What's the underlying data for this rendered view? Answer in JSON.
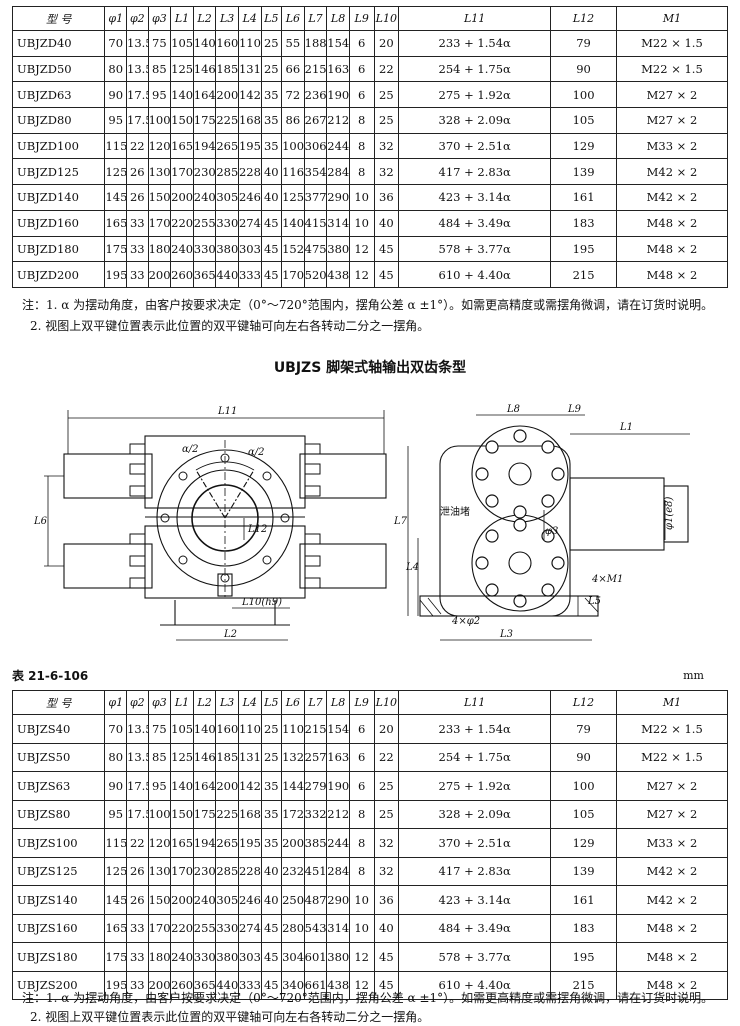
{
  "columns": [
    "型 号",
    "φ1",
    "φ2",
    "φ3",
    "L1",
    "L2",
    "L3",
    "L4",
    "L5",
    "L6",
    "L7",
    "L8",
    "L9",
    "L10",
    "L11",
    "L12",
    "M1"
  ],
  "table_top": {
    "rows": [
      [
        "UBJZD40",
        "70",
        "13.5",
        "75",
        "105",
        "140",
        "160",
        "110",
        "25",
        "55",
        "188",
        "154",
        "6",
        "20",
        "233 + 1.54α",
        "79",
        "M22 × 1.5"
      ],
      [
        "UBJZD50",
        "80",
        "13.5",
        "85",
        "125",
        "146",
        "185",
        "131",
        "25",
        "66",
        "215",
        "163",
        "6",
        "22",
        "254 + 1.75α",
        "90",
        "M22 × 1.5"
      ],
      [
        "UBJZD63",
        "90",
        "17.5",
        "95",
        "140",
        "164",
        "200",
        "142",
        "35",
        "72",
        "236",
        "190",
        "6",
        "25",
        "275 + 1.92α",
        "100",
        "M27 × 2"
      ],
      [
        "UBJZD80",
        "95",
        "17.5",
        "100",
        "150",
        "175",
        "225",
        "168",
        "35",
        "86",
        "267",
        "212",
        "8",
        "25",
        "328 + 2.09α",
        "105",
        "M27 × 2"
      ],
      [
        "UBJZD100",
        "115",
        "22",
        "120",
        "165",
        "194",
        "265",
        "195",
        "35",
        "100",
        "306",
        "244",
        "8",
        "32",
        "370 + 2.51α",
        "129",
        "M33 × 2"
      ],
      [
        "UBJZD125",
        "125",
        "26",
        "130",
        "170",
        "230",
        "285",
        "228",
        "40",
        "116",
        "354",
        "284",
        "8",
        "32",
        "417 + 2.83α",
        "139",
        "M42 × 2"
      ],
      [
        "UBJZD140",
        "145",
        "26",
        "150",
        "200",
        "240",
        "305",
        "246",
        "40",
        "125",
        "377",
        "290",
        "10",
        "36",
        "423 + 3.14α",
        "161",
        "M42 × 2"
      ],
      [
        "UBJZD160",
        "165",
        "33",
        "170",
        "220",
        "255",
        "330",
        "274",
        "45",
        "140",
        "415",
        "314",
        "10",
        "40",
        "484 + 3.49α",
        "183",
        "M48 × 2"
      ],
      [
        "UBJZD180",
        "175",
        "33",
        "180",
        "240",
        "330",
        "380",
        "303",
        "45",
        "152",
        "475",
        "380",
        "12",
        "45",
        "578 + 3.77α",
        "195",
        "M48 × 2"
      ],
      [
        "UBJZD200",
        "195",
        "33",
        "200",
        "260",
        "365",
        "440",
        "333",
        "45",
        "170",
        "520",
        "438",
        "12",
        "45",
        "610 + 4.40α",
        "215",
        "M48 × 2"
      ]
    ]
  },
  "notes_top": [
    "注：1. α 为摆动角度，由客户按要求决定（0°～720°范围内，摆角公差 α ±1°）。如需更高精度或需摆角微调，请在订货时说明。",
    "2. 视图上双平键位置表示此位置的双平键轴可向左右各转动二分之一摆角。"
  ],
  "section_title": "UBJZS 脚架式轴输出双齿条型",
  "drawing_labels": {
    "L11": "L11",
    "L6": "L6",
    "alpha_half_1": "α/2",
    "alpha_half_2": "α/2",
    "L12": "L12",
    "L10h9": "L10(h9)",
    "L2": "L2",
    "L8": "L8",
    "L9": "L9",
    "L1": "L1",
    "L7": "L7",
    "L4": "L4",
    "L5": "L5",
    "L3": "L3",
    "drain": "泄油堵",
    "phi3": "φ3",
    "phi1e8": "φ1(e8)",
    "M1x4": "4×M1",
    "phi2x4": "4×φ2"
  },
  "table_no": "表 21-6-106",
  "unit": "mm",
  "table_bottom": {
    "rows": [
      [
        "UBJZS40",
        "70",
        "13.5",
        "75",
        "105",
        "140",
        "160",
        "110",
        "25",
        "110",
        "215",
        "154",
        "6",
        "20",
        "233 + 1.54α",
        "79",
        "M22 × 1.5"
      ],
      [
        "UBJZS50",
        "80",
        "13.5",
        "85",
        "125",
        "146",
        "185",
        "131",
        "25",
        "132",
        "257",
        "163",
        "6",
        "22",
        "254 + 1.75α",
        "90",
        "M22 × 1.5"
      ],
      [
        "UBJZS63",
        "90",
        "17.5",
        "95",
        "140",
        "164",
        "200",
        "142",
        "35",
        "144",
        "279",
        "190",
        "6",
        "25",
        "275 + 1.92α",
        "100",
        "M27 × 2"
      ],
      [
        "UBJZS80",
        "95",
        "17.5",
        "100",
        "150",
        "175",
        "225",
        "168",
        "35",
        "172",
        "332",
        "212",
        "8",
        "25",
        "328 + 2.09α",
        "105",
        "M27 × 2"
      ],
      [
        "UBJZS100",
        "115",
        "22",
        "120",
        "165",
        "194",
        "265",
        "195",
        "35",
        "200",
        "385",
        "244",
        "8",
        "32",
        "370 + 2.51α",
        "129",
        "M33 × 2"
      ],
      [
        "UBJZS125",
        "125",
        "26",
        "130",
        "170",
        "230",
        "285",
        "228",
        "40",
        "232",
        "451",
        "284",
        "8",
        "32",
        "417 + 2.83α",
        "139",
        "M42 × 2"
      ],
      [
        "UBJZS140",
        "145",
        "26",
        "150",
        "200",
        "240",
        "305",
        "246",
        "40",
        "250",
        "487",
        "290",
        "10",
        "36",
        "423 + 3.14α",
        "161",
        "M42 × 2"
      ],
      [
        "UBJZS160",
        "165",
        "33",
        "170",
        "220",
        "255",
        "330",
        "274",
        "45",
        "280",
        "543",
        "314",
        "10",
        "40",
        "484 + 3.49α",
        "183",
        "M48 × 2"
      ],
      [
        "UBJZS180",
        "175",
        "33",
        "180",
        "240",
        "330",
        "380",
        "303",
        "45",
        "304",
        "601",
        "380",
        "12",
        "45",
        "578 + 3.77α",
        "195",
        "M48 × 2"
      ],
      [
        "UBJZS200",
        "195",
        "33",
        "200",
        "260",
        "365",
        "440",
        "333",
        "45",
        "340",
        "661",
        "438",
        "12",
        "45",
        "610 + 4.40α",
        "215",
        "M48 × 2"
      ]
    ]
  },
  "notes_bottom": [
    "注：1. α 为摆动角度，由客户按要求决定（0°～720°范围内，摆角公差 α ±1°）。如需更高精度或需摆角微调，请在订货时说明。",
    "2. 视图上双平键位置表示此位置的双平键轴可向左右各转动二分之一摆角。"
  ]
}
